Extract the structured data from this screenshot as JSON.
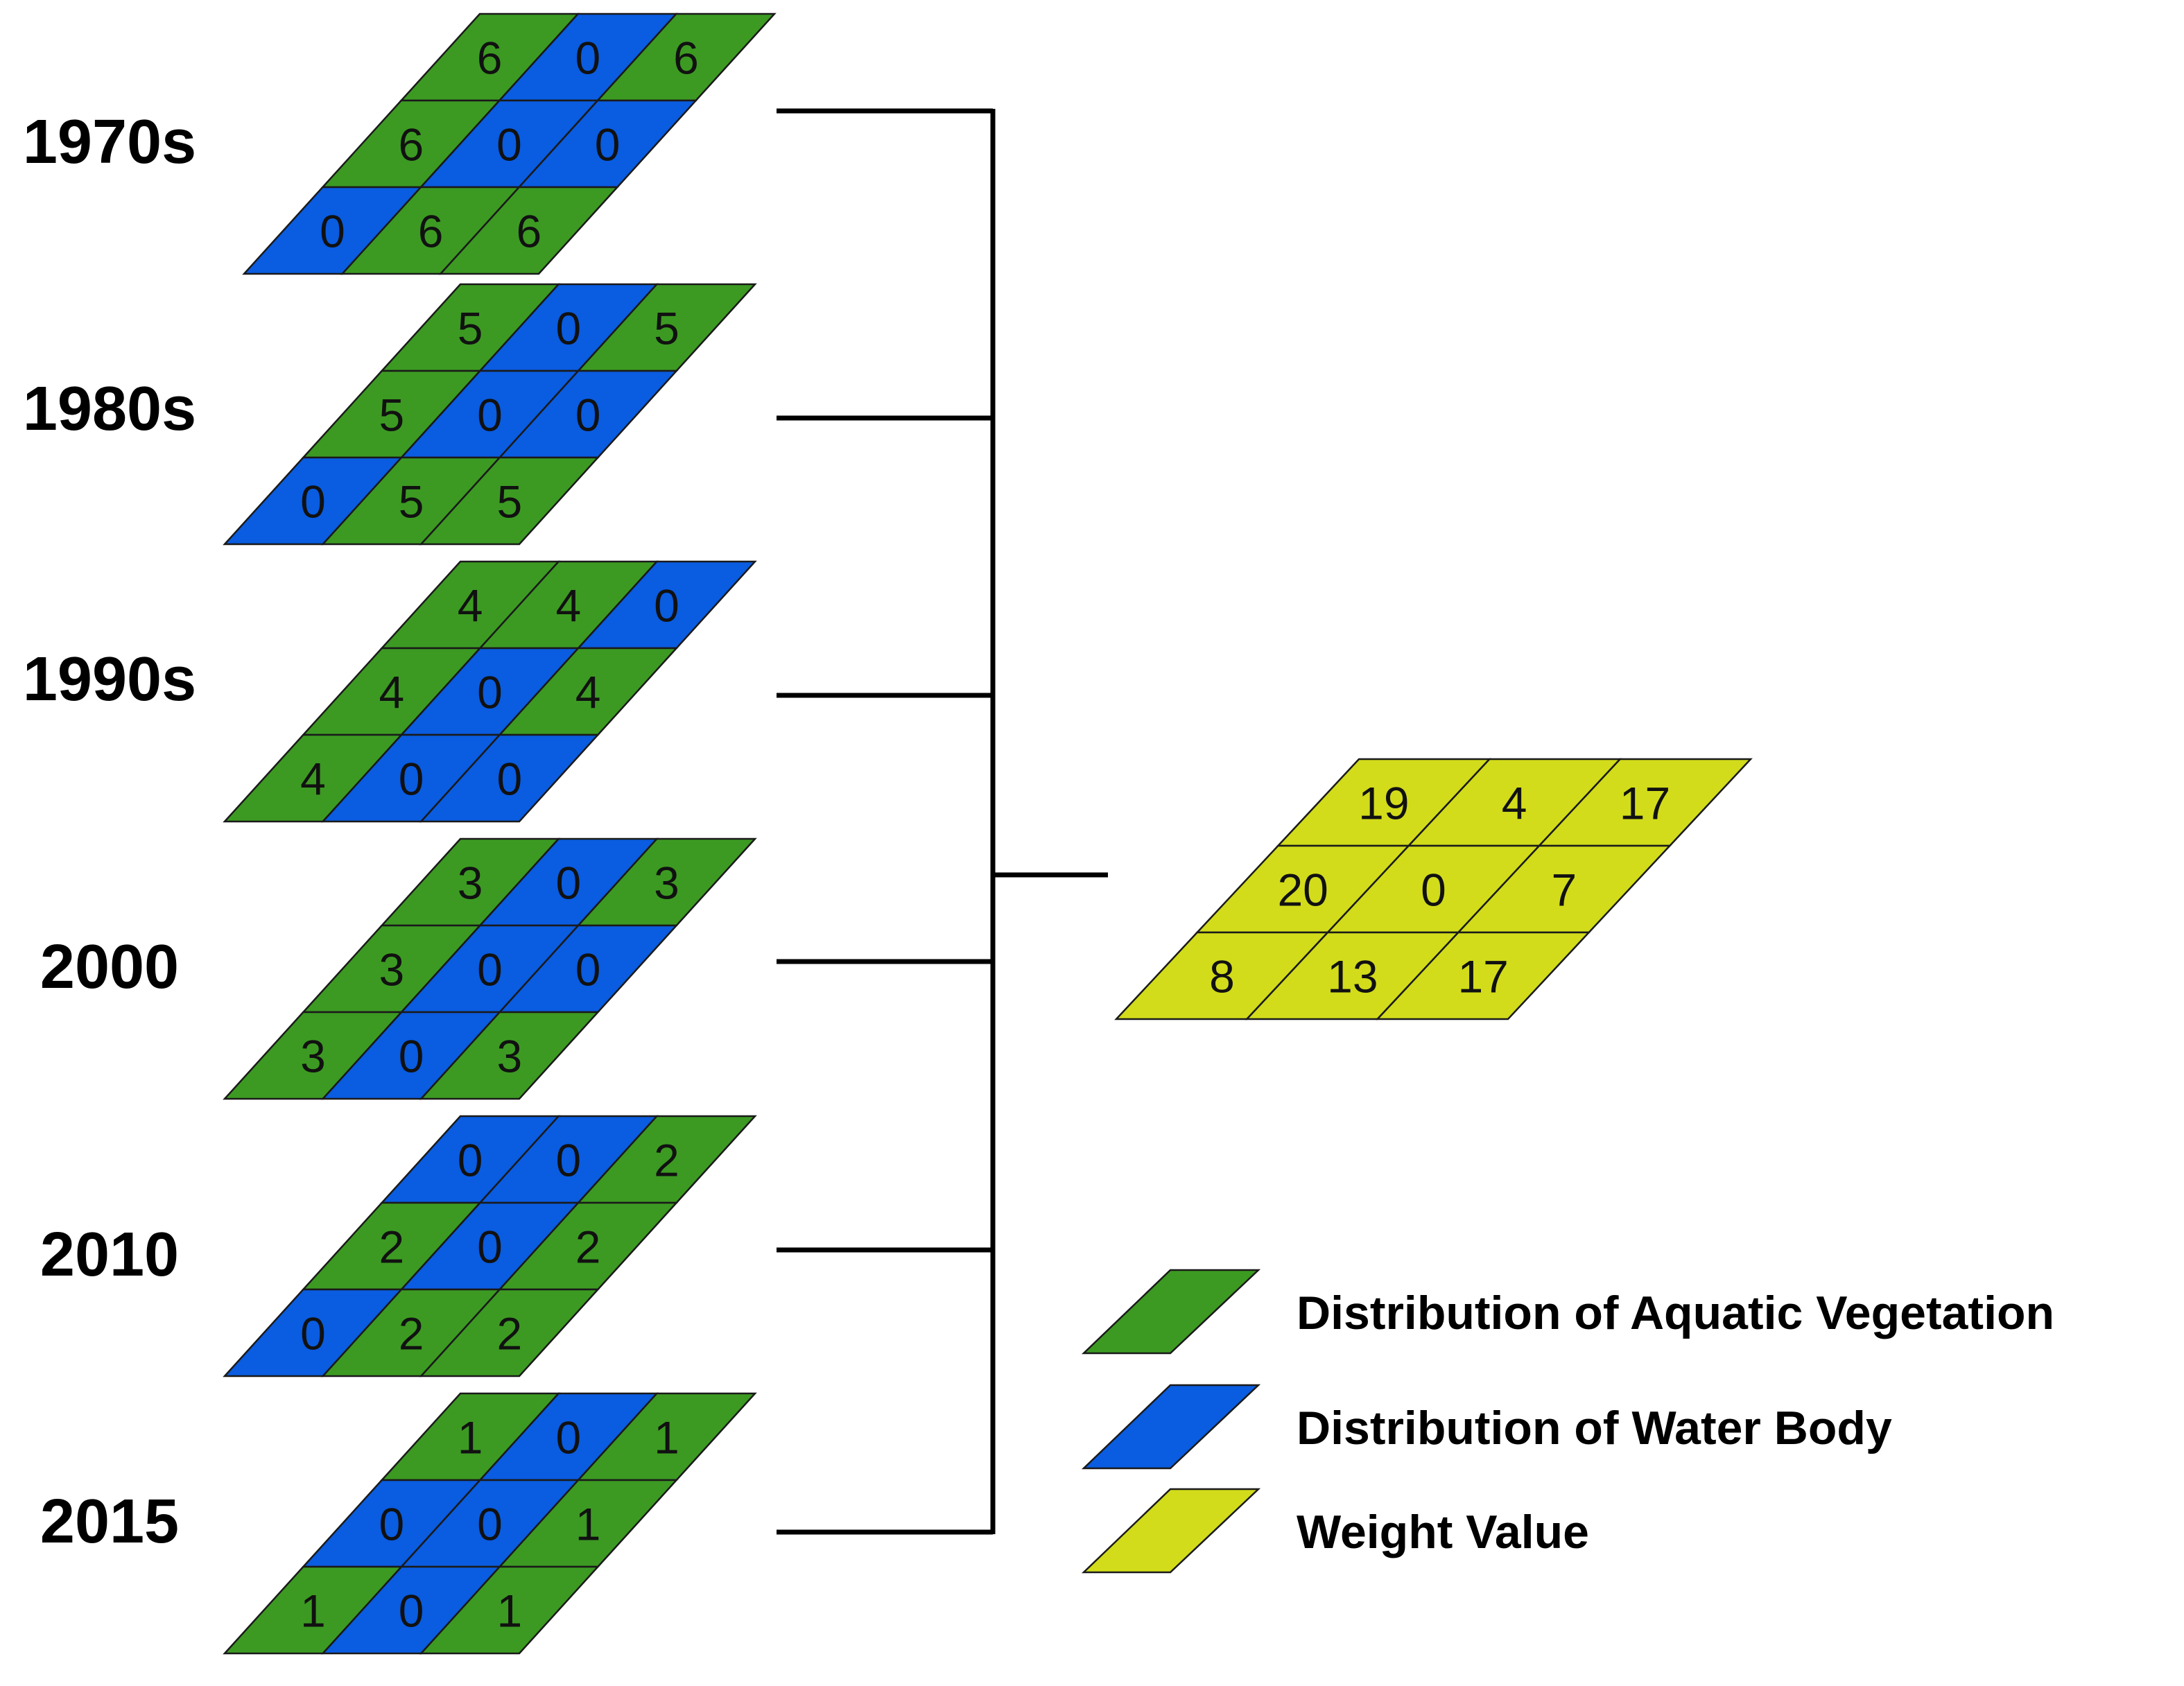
{
  "colors": {
    "vegetation": "#3c9a22",
    "water": "#0a5ce0",
    "weight": "#d2dc1a",
    "grid_line": "#1a1a1a",
    "connector": "#000000"
  },
  "legend": {
    "vegetation_label": "Distribution of Aquatic Vegetation",
    "water_label": "Distribution of Water Body",
    "weight_label": "Weight Value"
  },
  "layers": [
    {
      "label": "1970s",
      "values": [
        [
          "6",
          "0",
          "6"
        ],
        [
          "6",
          "0",
          "0"
        ],
        [
          "0",
          "6",
          "6"
        ]
      ],
      "types": [
        [
          "veg",
          "water",
          "veg"
        ],
        [
          "veg",
          "water",
          "water"
        ],
        [
          "water",
          "veg",
          "veg"
        ]
      ]
    },
    {
      "label": "1980s",
      "values": [
        [
          "5",
          "0",
          "5"
        ],
        [
          "5",
          "0",
          "0"
        ],
        [
          "0",
          "5",
          "5"
        ]
      ],
      "types": [
        [
          "veg",
          "water",
          "veg"
        ],
        [
          "veg",
          "water",
          "water"
        ],
        [
          "water",
          "veg",
          "veg"
        ]
      ]
    },
    {
      "label": "1990s",
      "values": [
        [
          "4",
          "4",
          "0"
        ],
        [
          "4",
          "0",
          "4"
        ],
        [
          "4",
          "0",
          "0"
        ]
      ],
      "types": [
        [
          "veg",
          "veg",
          "water"
        ],
        [
          "veg",
          "water",
          "veg"
        ],
        [
          "veg",
          "water",
          "water"
        ]
      ]
    },
    {
      "label": "2000",
      "values": [
        [
          "3",
          "0",
          "3"
        ],
        [
          "3",
          "0",
          "0"
        ],
        [
          "3",
          "0",
          "3"
        ]
      ],
      "types": [
        [
          "veg",
          "water",
          "veg"
        ],
        [
          "veg",
          "water",
          "water"
        ],
        [
          "veg",
          "water",
          "veg"
        ]
      ]
    },
    {
      "label": "2010",
      "values": [
        [
          "0",
          "0",
          "2"
        ],
        [
          "2",
          "0",
          "2"
        ],
        [
          "0",
          "2",
          "2"
        ]
      ],
      "types": [
        [
          "water",
          "water",
          "veg"
        ],
        [
          "veg",
          "water",
          "veg"
        ],
        [
          "water",
          "veg",
          "veg"
        ]
      ]
    },
    {
      "label": "2015",
      "values": [
        [
          "1",
          "0",
          "1"
        ],
        [
          "0",
          "0",
          "1"
        ],
        [
          "1",
          "0",
          "1"
        ]
      ],
      "types": [
        [
          "veg",
          "water",
          "veg"
        ],
        [
          "water",
          "water",
          "veg"
        ],
        [
          "veg",
          "water",
          "veg"
        ]
      ]
    }
  ],
  "result": {
    "values": [
      [
        "19",
        "4",
        "17"
      ],
      [
        "20",
        "0",
        "7"
      ],
      [
        "8",
        "13",
        "17"
      ]
    ]
  }
}
